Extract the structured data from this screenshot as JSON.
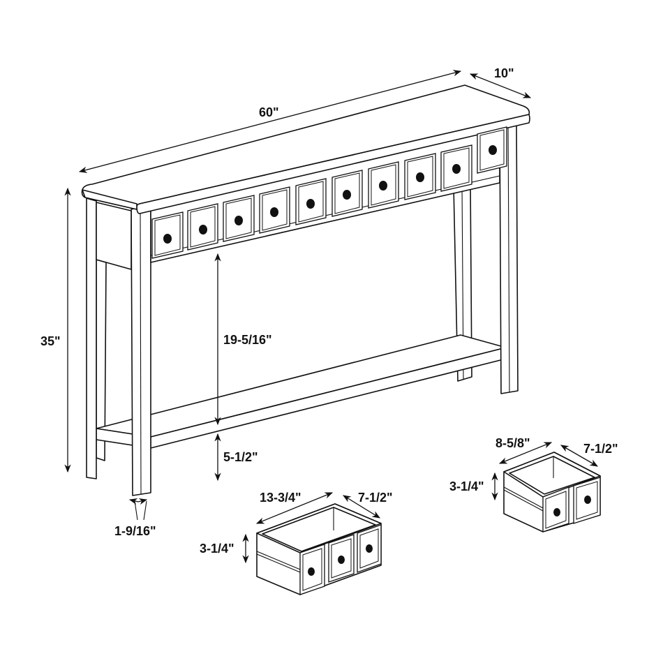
{
  "diagram": {
    "subject": "Console table with drawers — dimension drawing",
    "colors": {
      "line": "#111111",
      "background": "#ffffff"
    },
    "table": {
      "drawer_count": 10,
      "dimensions": {
        "width": "60\"",
        "depth": "10\"",
        "height": "35\"",
        "shelf_clearance": "19-5/16\"",
        "shelf_height_from_floor": "5-1/2\"",
        "leg_width": "1-9/16\""
      }
    },
    "large_drawer": {
      "front_panel_count": 3,
      "dimensions": {
        "width": "13-3/4\"",
        "depth": "7-1/2\"",
        "height": "3-1/4\""
      }
    },
    "small_drawer": {
      "front_panel_count": 2,
      "dimensions": {
        "width": "8-5/8\"",
        "depth": "7-1/2\"",
        "height": "3-1/4\""
      }
    }
  }
}
